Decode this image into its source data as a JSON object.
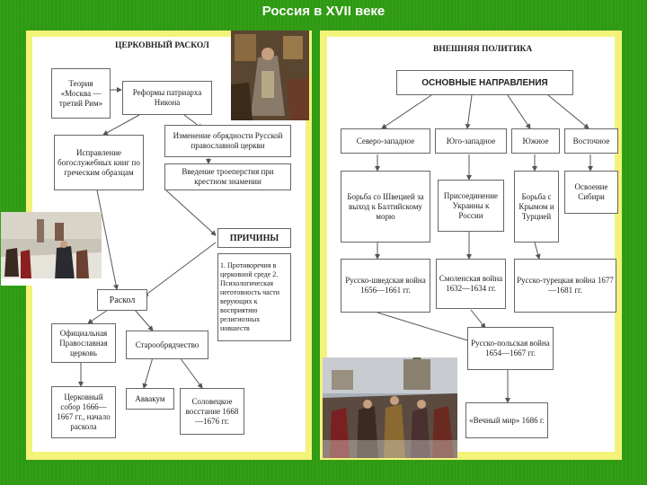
{
  "slide_title": "Россия в XVII веке",
  "left": {
    "heading": "ЦЕРКОВНЫЙ РАСКОЛ",
    "theory": "Теория «Москва — третий Рим»",
    "reforms": "Реформы патриарха Никона",
    "correction": "Исправление богослужебных книг по греческим образцам",
    "change_rite": "Изменение обрядности Русской православной церкви",
    "three_fingers": "Введение троеперстия при крестном знамении",
    "causes_title": "ПРИЧИНЫ",
    "causes": "1. Противоречия в церковной среде 2. Психологическая неготовность части верующих к восприятию религиозных новшеств",
    "schism": "Раскол",
    "official_church": "Официальная Православная церковь",
    "old_belief": "Старообрядчество",
    "council": "Церковный собор 1666—1667 гг., начало раскола",
    "avvakum": "Аввакум",
    "solovki": "Соловецкое восстание 1668—1676 гг."
  },
  "right": {
    "heading": "ВНЕШНЯЯ ПОЛИТИКА",
    "main": "ОСНОВНЫЕ НАПРАВЛЕНИЯ",
    "dirs": [
      "Северо-западное",
      "Юго-западное",
      "Южное",
      "Восточное"
    ],
    "goals": [
      "Борьба со Швецией за выход к Балтийскому морю",
      "Присоединение Украины к России",
      "Борьба с Крымом и Турцией",
      "Освоение Сибири"
    ],
    "wars": [
      "Русско-шведская война 1656—1661 гг.",
      "Смоленская война 1632—1634 гг.",
      "Русско-турецкая война 1677—1681 гг."
    ],
    "polish_war": "Русско-польская война 1654—1667 гг.",
    "peace": "«Вечный мир» 1686 г."
  }
}
